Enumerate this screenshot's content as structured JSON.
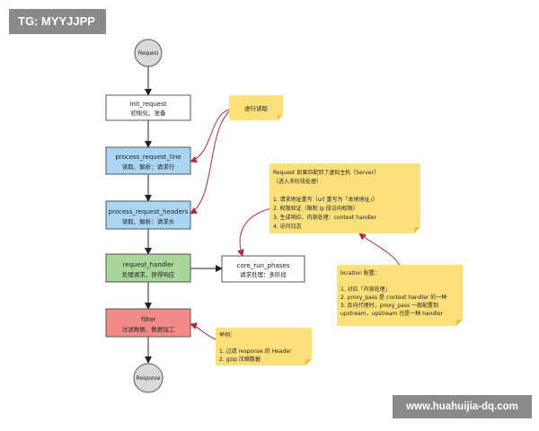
{
  "watermarks": {
    "top_left": "TG: MYYJJPP",
    "bottom_right": "www.huahuijia-dq.com"
  },
  "nodes": {
    "request": "Request",
    "init_request": {
      "title": "init_request",
      "sub": "初始化、准备"
    },
    "process_request_line": {
      "title": "process_request_line",
      "sub": "读取、解析：请求行"
    },
    "process_request_headers": {
      "title": "process_request_headers",
      "sub": "读取、解析：请求头"
    },
    "request_handler": {
      "title": "request_handler",
      "sub": "处理请求、获得响应"
    },
    "core_run_phases": {
      "title": "core_run_phases",
      "sub": "请求处理：多阶段"
    },
    "filter": {
      "title": "filter",
      "sub": "过滤数据、数据加工"
    },
    "response": "Response"
  },
  "notes": {
    "loop_read": "进行读取",
    "server_match": {
      "lines": [
        "Request 如果匹配到了虚拟主机（Server）",
        "（进入多阶段处理）",
        "",
        "1. 请求地址重写（url 重写为「本地地址」）",
        "2. 权限验证（限制 ip 段访问权限）",
        "3. 生成响应、内容处理：context handler",
        "4. 访问日志"
      ]
    },
    "location": {
      "lines": [
        "location 配置：",
        "",
        "1. 对应「内容处理」",
        "2. proxy_pass 是 context handler 的一种",
        "3. 反向代理时，proxy_pass 一般配置到",
        "upstream，upstream 也是一种 handler"
      ]
    },
    "examples": {
      "lines": [
        "举例：",
        "",
        "1. 过滤 response 的 Header",
        "2. gzip 压缩数据"
      ]
    }
  },
  "colors": {
    "white_box": "#ffffff",
    "blue_box": "#a9d4f2",
    "green_box": "#a8d69a",
    "red_box": "#f28a8a",
    "circle": "#d9d9d9",
    "note": "#fde07a",
    "note_fold": "#e9c24e",
    "red_arrow": "#b0303e",
    "arrow": "#222222"
  }
}
